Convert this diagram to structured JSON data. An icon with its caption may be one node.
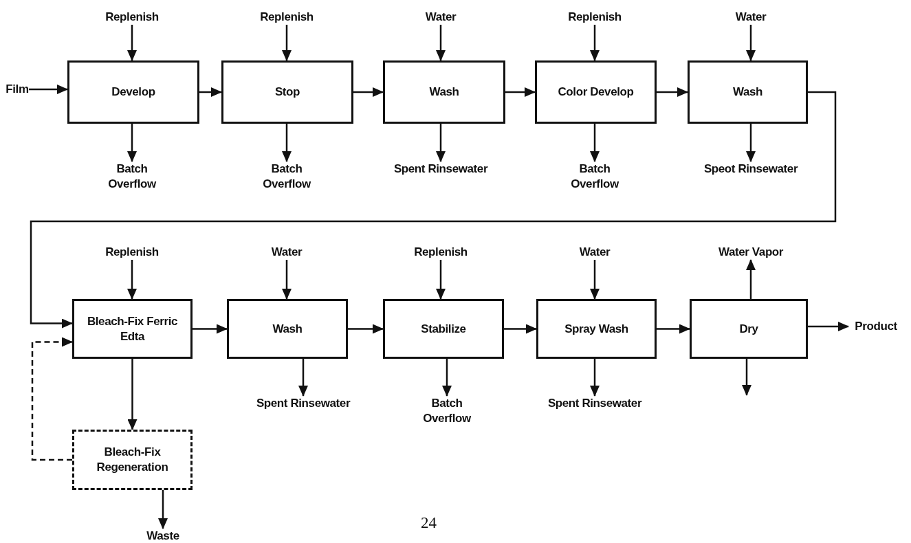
{
  "diagram": {
    "nodes": [
      {
        "text": [
          "Replenish"
        ]
      },
      {
        "text": [
          "Replenish"
        ]
      },
      {
        "text": [
          "Water"
        ]
      },
      {
        "text": [
          "Replenish"
        ]
      },
      {
        "text": [
          "Water"
        ]
      },
      {
        "text": [
          "Film"
        ]
      },
      {
        "text": [
          "Develop"
        ]
      },
      {
        "text": [
          "Stop"
        ]
      },
      {
        "text": [
          "Wash"
        ]
      },
      {
        "text": [
          "Color Develop"
        ]
      },
      {
        "text": [
          "Wash"
        ]
      },
      {
        "text": [
          "Batch Overflow"
        ]
      },
      {
        "text": [
          "Batch Overflow"
        ]
      },
      {
        "text": [
          "Spent Rinsewater"
        ]
      },
      {
        "text": [
          "Batch Overflow"
        ]
      },
      {
        "text": [
          "Speot Rinsewater"
        ]
      },
      {
        "text": [
          "Replenish"
        ]
      },
      {
        "text": [
          "Water"
        ]
      },
      {
        "text": [
          "Replenish"
        ]
      },
      {
        "text": [
          "Water"
        ]
      },
      {
        "text": [
          "Water Vapor"
        ]
      },
      {
        "text": [
          "Bleach-Fix Ferric Edta"
        ]
      },
      {
        "text": [
          "Wash"
        ]
      },
      {
        "text": [
          "Stabilize"
        ]
      },
      {
        "text": [
          "Spray Wash"
        ]
      },
      {
        "text": [
          "Dry"
        ]
      },
      {
        "text": [
          "Product"
        ]
      },
      {
        "text": [
          "Spent Rinsewater"
        ]
      },
      {
        "text": [
          "Batch Overflow"
        ]
      },
      {
        "text": [
          "Spent Rinsewater"
        ]
      },
      {
        "text": [
          "Bleach-Fix Regeneration"
        ]
      },
      {
        "text": [
          "Waste"
        ]
      }
    ],
    "edges": [
      {
        "from": 0,
        "to": 6,
        "arrow": "to"
      },
      {
        "from": 5,
        "to": 6,
        "arrow": "to"
      },
      {
        "from": 6,
        "to": 7,
        "arrow": "to"
      },
      {
        "from": 6,
        "to": 11,
        "arrow": "to"
      },
      {
        "from": 1,
        "to": 7,
        "arrow": "to"
      },
      {
        "from": 7,
        "to": 8,
        "arrow": "to"
      },
      {
        "from": 7,
        "to": 12,
        "arrow": "to"
      },
      {
        "from": 2,
        "to": 8,
        "arrow": "to"
      },
      {
        "from": 8,
        "to": 9,
        "arrow": "to"
      },
      {
        "from": 8,
        "to": 13,
        "arrow": "to"
      },
      {
        "from": 3,
        "to": 9,
        "arrow": "to"
      },
      {
        "from": 9,
        "to": 10,
        "arrow": "to"
      },
      {
        "from": 9,
        "to": 14,
        "arrow": "to"
      },
      {
        "from": 4,
        "to": 10,
        "arrow": "to"
      },
      {
        "from": 10,
        "to": 15,
        "arrow": "to"
      },
      {
        "from": 10,
        "to": 21,
        "arrow": "to"
      },
      {
        "from": 16,
        "to": 21,
        "arrow": "to"
      },
      {
        "from": 21,
        "to": 22,
        "arrow": "to"
      },
      {
        "from": 21,
        "to": 30,
        "arrow": "to"
      },
      {
        "from": 30,
        "to": 21,
        "arrow": "to",
        "style": "dashed"
      },
      {
        "from": 30,
        "to": 31,
        "arrow": "to"
      },
      {
        "from": 17,
        "to": 22,
        "arrow": "to"
      },
      {
        "from": 22,
        "to": 23,
        "arrow": "to"
      },
      {
        "from": 22,
        "to": 27,
        "arrow": "to"
      },
      {
        "from": 18,
        "to": 23,
        "arrow": "to"
      },
      {
        "from": 23,
        "to": 24,
        "arrow": "to"
      },
      {
        "from": 23,
        "to": 28,
        "arrow": "to"
      },
      {
        "from": 19,
        "to": 24,
        "arrow": "to"
      },
      {
        "from": 24,
        "to": 25,
        "arrow": "to"
      },
      {
        "from": 24,
        "to": 29,
        "arrow": "to"
      },
      {
        "from": 25,
        "to": 20,
        "arrow": "to"
      },
      {
        "from": 25,
        "to": 26,
        "arrow": "to"
      },
      {
        "from": 25,
        "to": null,
        "arrow": "to"
      }
    ],
    "labels": [
      "24"
    ]
  }
}
